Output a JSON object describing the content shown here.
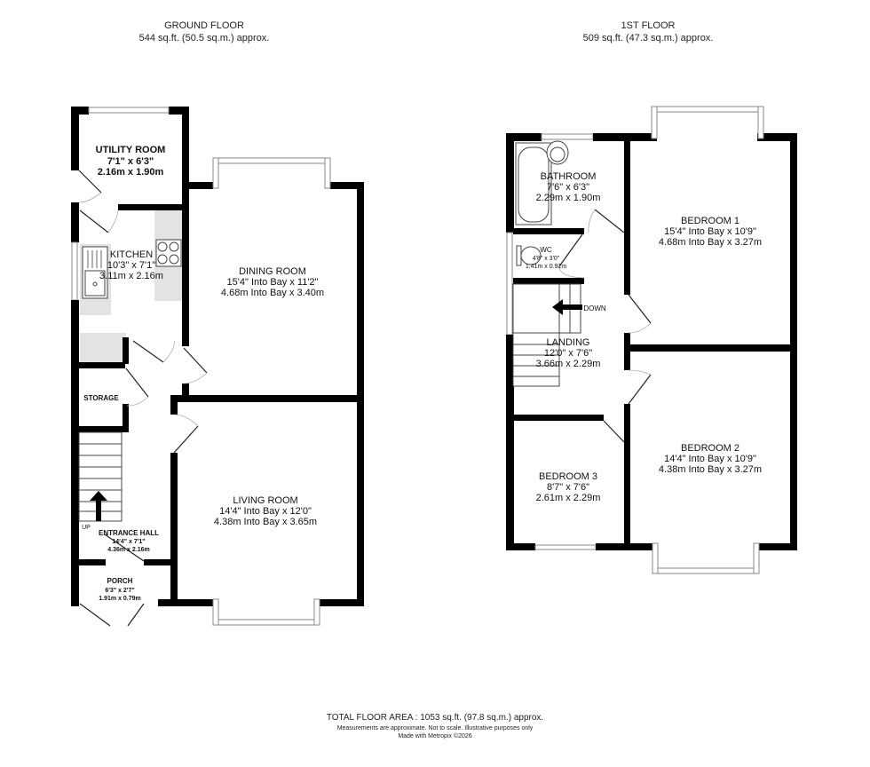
{
  "ground_floor": {
    "title": "GROUND FLOOR",
    "area": "544 sq.ft. (50.5 sq.m.) approx.",
    "rooms": {
      "utility": {
        "name": "UTILITY ROOM",
        "imperial": "7'1\"  x 6'3\"",
        "metric": "2.16m  x 1.90m"
      },
      "kitchen": {
        "name": "KITCHEN",
        "imperial": "10'3\"  x 7'1\"",
        "metric": "3.11m  x 2.16m"
      },
      "dining": {
        "name": "DINING ROOM",
        "imperial": "15'4\" Into Bay x 11'2\"",
        "metric": "4.68m Into Bay x 3.40m"
      },
      "storage": {
        "name": "STORAGE"
      },
      "living": {
        "name": "LIVING ROOM",
        "imperial": "14'4\" Into Bay x 12'0\"",
        "metric": "4.38m Into Bay x 3.65m"
      },
      "hall": {
        "name": "ENTRANCE HALL",
        "imperial": "14'4\"  x 7'1\"",
        "metric": "4.36m  x 2.16m"
      },
      "porch": {
        "name": "PORCH",
        "imperial": "6'3\"  x 2'7\"",
        "metric": "1.91m  x 0.79m"
      }
    },
    "stairs_label": "UP"
  },
  "first_floor": {
    "title": "1ST FLOOR",
    "area": "509 sq.ft. (47.3 sq.m.) approx.",
    "rooms": {
      "bathroom": {
        "name": "BATHROOM",
        "imperial": "7'6\"  x 6'3\"",
        "metric": "2.29m  x 1.90m"
      },
      "wc": {
        "name": "WC",
        "imperial": "4'8\"  x 3'0\"",
        "metric": "1.41m  x 0.92m"
      },
      "bedroom1": {
        "name": "BEDROOM 1",
        "imperial": "15'4\" Into Bay x 10'9\"",
        "metric": "4.68m Into Bay x 3.27m"
      },
      "landing": {
        "name": "LANDING",
        "imperial": "12'0\"  x 7'6\"",
        "metric": "3.66m  x 2.29m"
      },
      "bedroom2": {
        "name": "BEDROOM 2",
        "imperial": "14'4\" Into Bay x 10'9\"",
        "metric": "4.38m Into Bay x 3.27m"
      },
      "bedroom3": {
        "name": "BEDROOM 3",
        "imperial": "8'7\"  x 7'6\"",
        "metric": "2.61m  x 2.29m"
      }
    },
    "stairs_label": "DOWN"
  },
  "footer": {
    "total": "TOTAL FLOOR AREA : 1053 sq.ft. (97.8 sq.m.) approx.",
    "disclaimer": "Measurements are approximate.  Not to scale.  Illustrative purposes only",
    "credit": "Made with Metropix ©2026"
  }
}
